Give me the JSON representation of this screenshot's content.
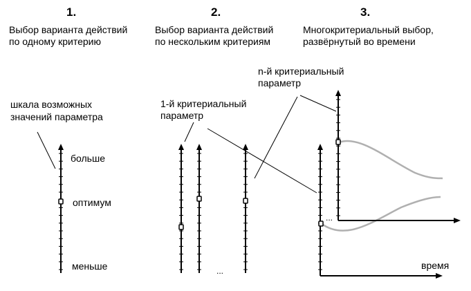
{
  "sections": [
    {
      "number": "1.",
      "title_line1": "Выбор варианта действий",
      "title_line2": "по одному критерию"
    },
    {
      "number": "2.",
      "title_line1": "Выбор варианта действий",
      "title_line2": "по нескольким критериям"
    },
    {
      "number": "3.",
      "title_line1": "Многокритериальный выбор,",
      "title_line2": "развёрнутый во времени"
    }
  ],
  "labels": {
    "scale_line1": "шкала возможных",
    "scale_line2": "значений параметра",
    "more": "больше",
    "optimum": "оптимум",
    "less": "меньше",
    "first_param_line1": "1-й критериальный",
    "first_param_line2": "параметр",
    "nth_param_line1": "n-й критериальный",
    "nth_param_line2": "параметр",
    "time": "время",
    "ellipsis_axes": "...",
    "ellipsis_points": "..."
  },
  "colors": {
    "ink": "#000000",
    "curve": "#b0b0b0"
  }
}
